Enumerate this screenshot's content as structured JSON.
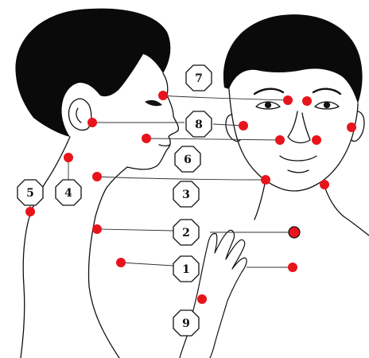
{
  "colors": {
    "point": "#e8141b",
    "ink": "#111111",
    "hair": "#0a0a0a",
    "background": "#ffffff"
  },
  "labels": [
    "7",
    "8",
    "6",
    "3",
    "2",
    "1",
    "9",
    "5",
    "4"
  ]
}
